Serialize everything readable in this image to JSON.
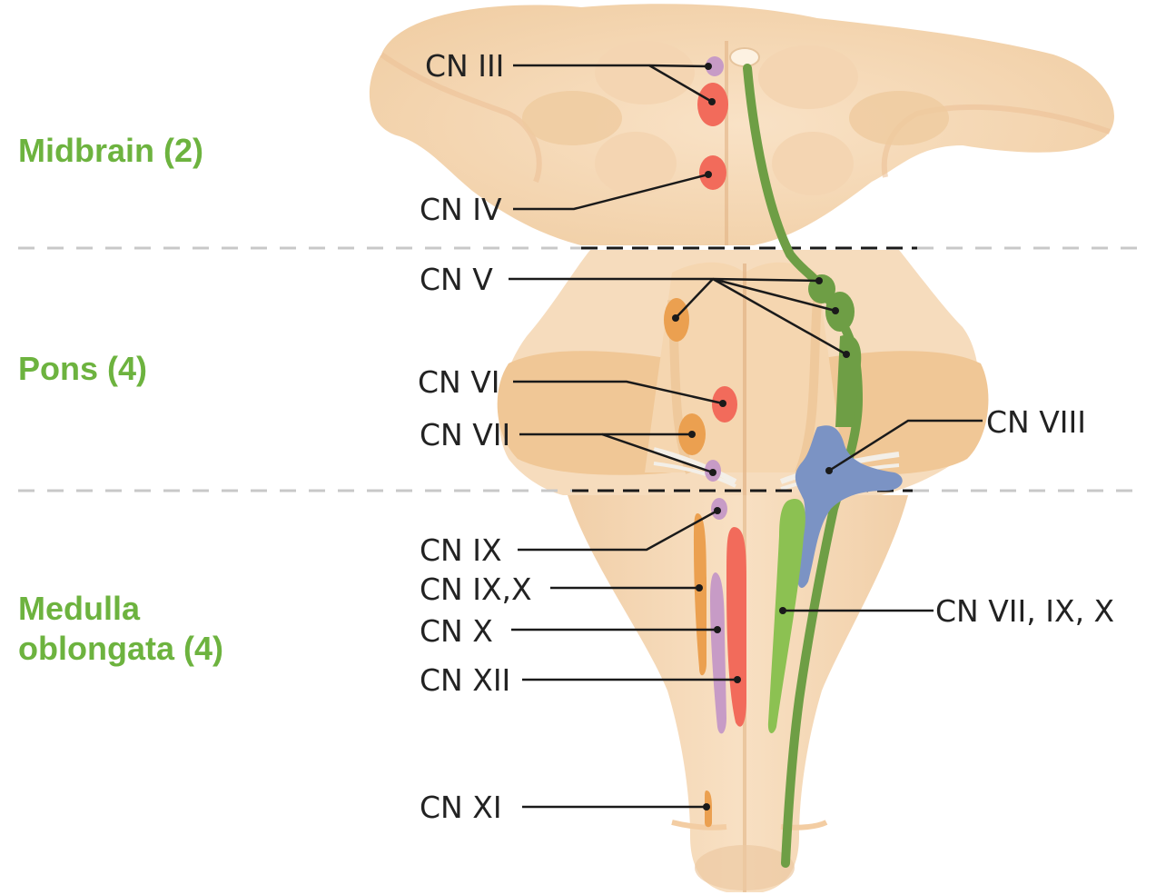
{
  "regions": {
    "midbrain": "Midbrain (2)",
    "pons": "Pons (4)",
    "medulla_line1": "Medulla",
    "medulla_line2": "oblongata (4)"
  },
  "labels": {
    "cn_iii": "CN III",
    "cn_iv": "CN IV",
    "cn_v": "CN V",
    "cn_vi": "CN VI",
    "cn_vii": "CN VII",
    "cn_viii": "CN VIII",
    "cn_ix": "CN IX",
    "cn_ix_x": "CN IX,X",
    "cn_x": "CN X",
    "cn_xii": "CN XII",
    "cn_vii_ix_x": "CN VII, IX, X",
    "cn_xi": "CN XI"
  },
  "colors": {
    "region_label": "#6db33f",
    "brainstem_light": "#f7dcbd",
    "brainstem_mid": "#f0c99e",
    "brainstem_shadow": "#e8b887",
    "motor_nucleus_red": "#f26b5b",
    "parasympathetic_purple": "#c79bc6",
    "branchial_orange": "#eba050",
    "trigeminal_green": "#6e9e45",
    "solitary_green": "#8cc152",
    "vestibular_blue": "#7b93c4",
    "divider_gray": "#c8c8c8",
    "divider_dark": "#1a1a1a",
    "leader_line": "#1a1a1a"
  }
}
